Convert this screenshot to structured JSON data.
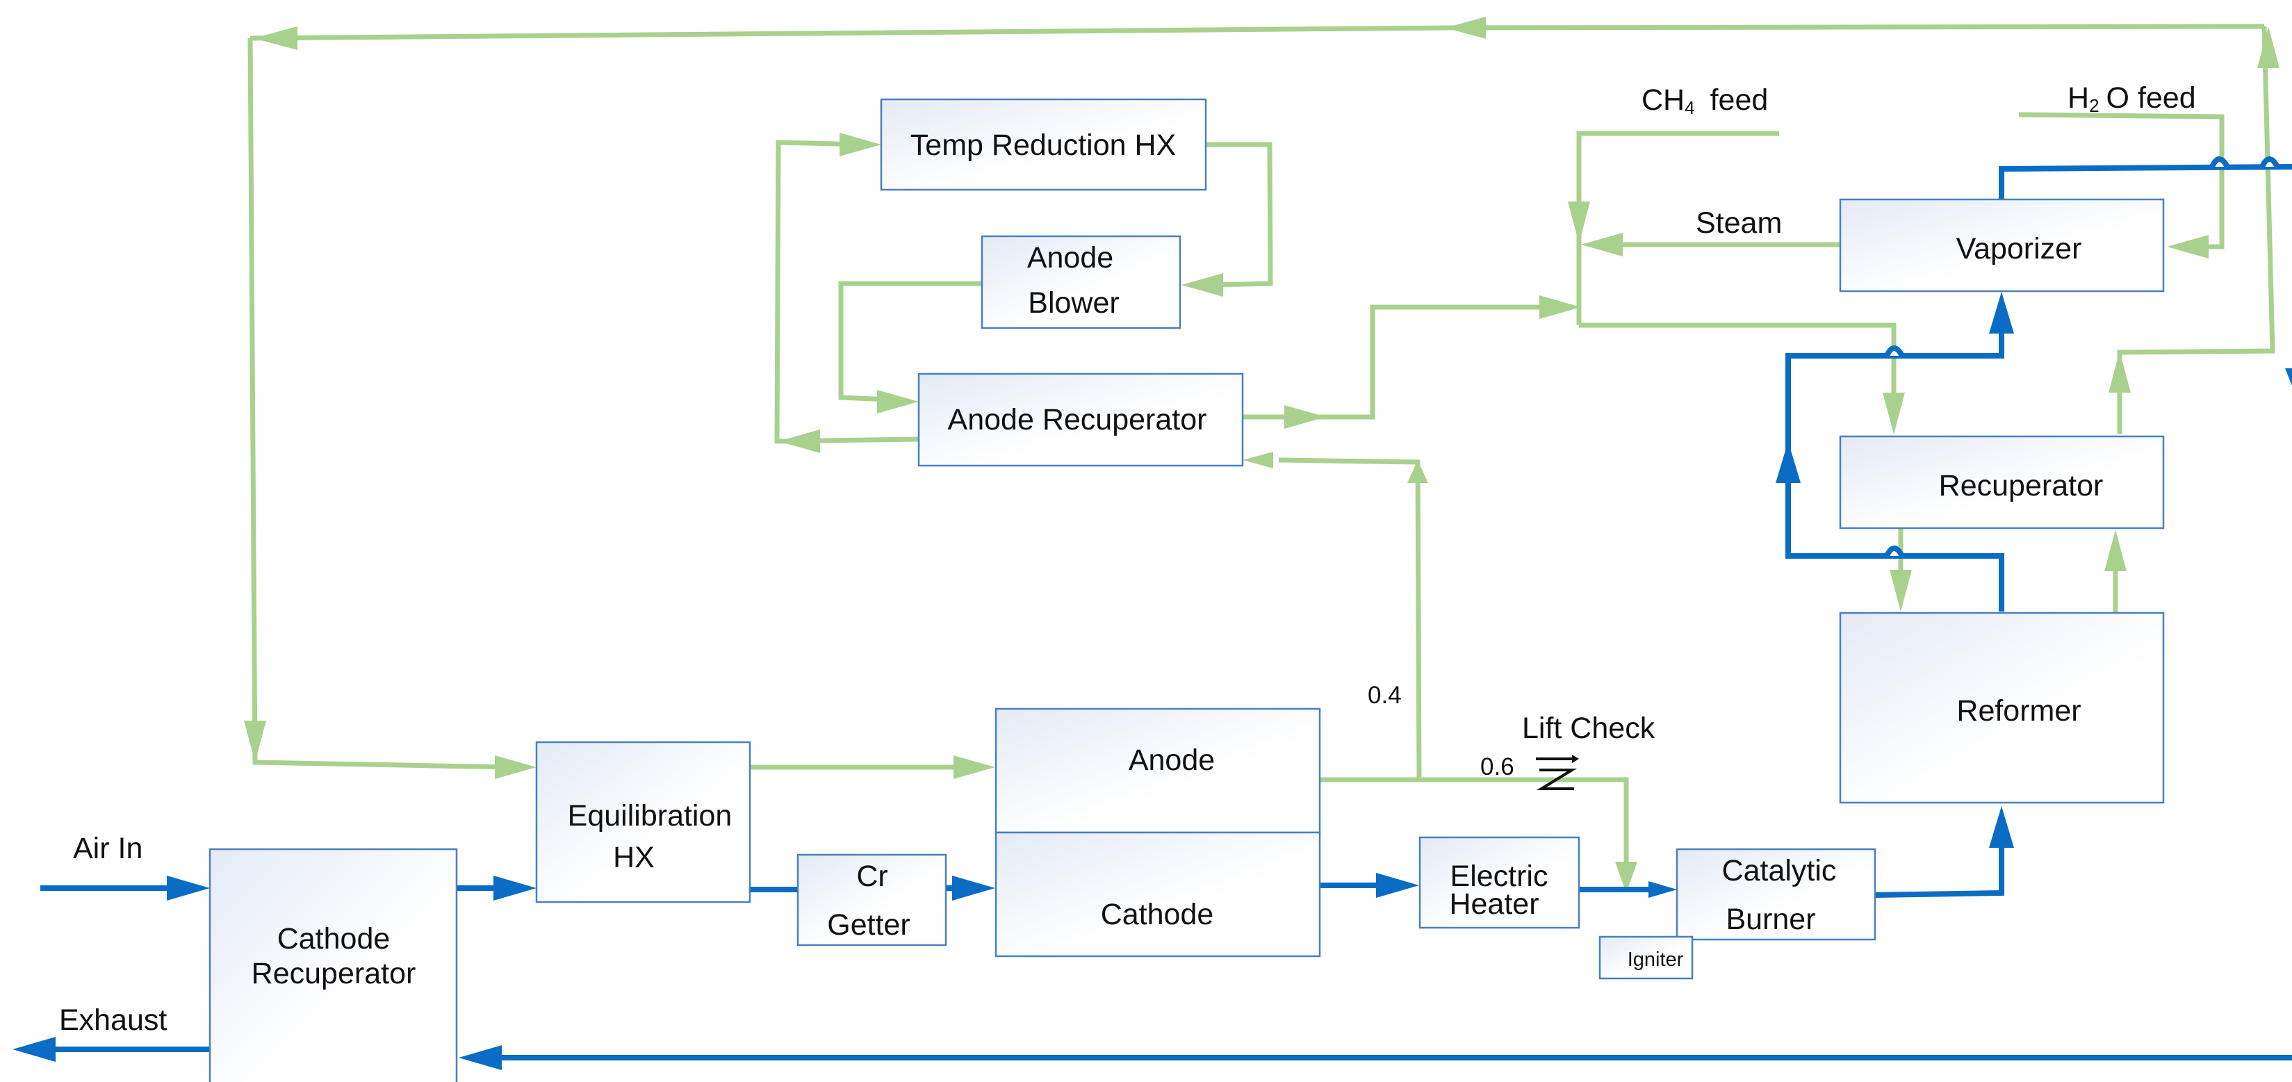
{
  "colors": {
    "fuel_stream": "#a9d18e",
    "air_stream": "#0a6cc4",
    "box_border": "#4a7fbf",
    "box_fill_start": "#e4ebf6",
    "box_fill_end": "#ffffff"
  },
  "components": {
    "temp_reduction_hx": "Temp Reduction HX",
    "anode_blower_1": "Anode",
    "anode_blower_2": "Blower",
    "anode_recuperator": "Anode Recuperator",
    "vaporizer": "Vaporizer",
    "recuperator": "Recuperator",
    "reformer": "Reformer",
    "equilibration_hx_1": "Equilibration",
    "equilibration_hx_2": "HX",
    "cr_getter_1": "Cr",
    "cr_getter_2": "Getter",
    "anode": "Anode",
    "cathode": "Cathode",
    "electric_heater_1": "Electric",
    "electric_heater_2": "Heater",
    "catalytic_burner_1": "Catalytic",
    "catalytic_burner_2": "Burner",
    "igniter": "Igniter",
    "cathode_recuperator_1": "Cathode",
    "cathode_recuperator_2": "Recuperator"
  },
  "labels": {
    "ch4_feed_main": "CH",
    "ch4_feed_sub": "4",
    "ch4_feed_rest": "feed",
    "h2o_feed_main": "H",
    "h2o_feed_sub": "2",
    "h2o_feed_rest": "O feed",
    "steam": "Steam",
    "air_in": "Air In",
    "exhaust": "Exhaust",
    "lift_check": "Lift Check",
    "split_04": "0.4",
    "split_06": "0.6"
  }
}
